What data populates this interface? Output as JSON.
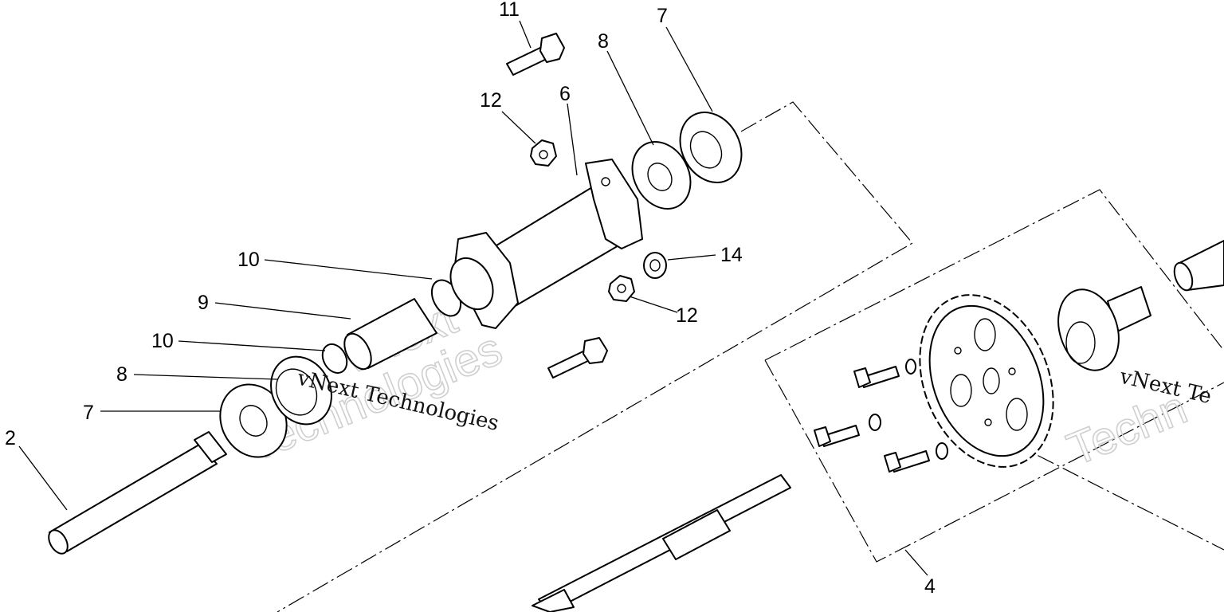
{
  "callouts": {
    "c2": "2",
    "c4": "4",
    "c6": "6",
    "c7a": "7",
    "c7b": "7",
    "c8a": "8",
    "c8b": "8",
    "c9": "9",
    "c10a": "10",
    "c10b": "10",
    "c11": "11",
    "c12a": "12",
    "c12b": "12",
    "c14": "14"
  },
  "watermarks": [
    "vNext Technologies",
    "vNext Technologies",
    "Technologies",
    "vNext Te",
    "vNext",
    "Techn"
  ]
}
